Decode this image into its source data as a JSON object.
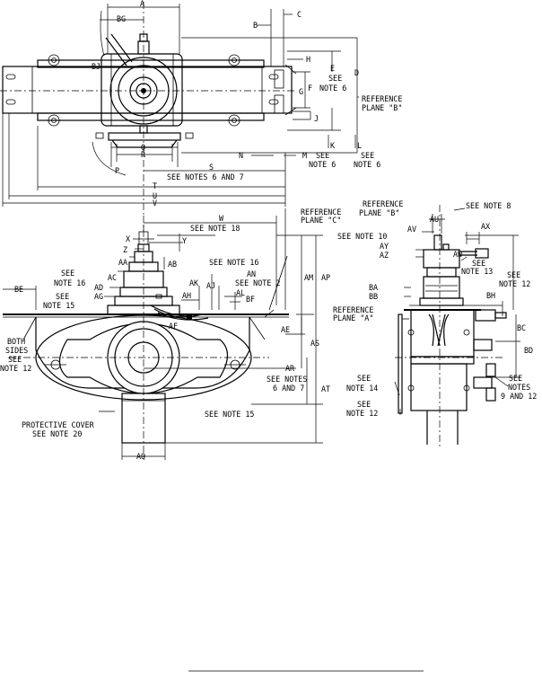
{
  "dims": {
    "A": "A",
    "BG": "BG",
    "B": "B",
    "C": "C",
    "BJ": "BJ",
    "D": "D",
    "E": "E",
    "F": "F",
    "G": "G",
    "H": "H",
    "J": "J",
    "K": "K",
    "L": "L",
    "M": "M",
    "N": "N",
    "P": "P",
    "Q": "Q",
    "R": "R",
    "S": "S",
    "T": "T",
    "U": "U",
    "V": "V",
    "W": "W",
    "X": "X",
    "Y": "Y",
    "Z": "Z",
    "AA": "AA",
    "AB": "AB",
    "AC": "AC",
    "AD": "AD",
    "AG": "AG",
    "AH": "AH",
    "AK": "AK",
    "AJ": "AJ",
    "AL": "AL",
    "BF": "BF",
    "AN": "AN",
    "AM": "AM",
    "AP": "AP",
    "AE": "AE",
    "AF": "AF",
    "AS": "AS",
    "AR": "AR",
    "AT": "AT",
    "AQ": "AQ",
    "BE": "BE",
    "AU": "AU",
    "AV": "AV",
    "AX": "AX",
    "AY": "AY",
    "AZ": "AZ",
    "AW": "AW",
    "BA": "BA",
    "BB": "BB",
    "BH": "BH",
    "BC": "BC",
    "BD": "BD"
  },
  "notes": {
    "see_note_6": "SEE",
    "see_note_6b": "NOTE 6",
    "ref_plane_b_1": "REFERENCE",
    "ref_plane_b_2": "PLANE \"B\"",
    "k_see": "SEE",
    "k_note": "NOTE 6",
    "l_see": "SEE",
    "l_note": "NOTE 6",
    "s_notes": "SEE NOTES 6 AND 7",
    "ref_plane_c_1": "REFERENCE",
    "ref_plane_c_2": "PLANE \"C\"",
    "w_note": "SEE NOTE 18",
    "see_note_16a": "SEE NOTE 16",
    "see_note_2": "SEE NOTE 2",
    "see_16_1": "SEE",
    "see_16_2": "NOTE 16",
    "see_15_1": "SEE",
    "see_15_2": "NOTE 15",
    "both_sides_1": "BOTH",
    "both_sides_2": "SIDES",
    "both_sides_3": "SEE",
    "both_sides_4": "NOTE 12",
    "ref_plane_a_1": "REFERENCE",
    "ref_plane_a_2": "PLANE \"A\"",
    "ar_notes_1": "SEE NOTES",
    "ar_notes_2": "6 AND 7",
    "see_note_15b": "SEE NOTE 15",
    "prot_cover_1": "PROTECTIVE COVER",
    "prot_cover_2": "SEE NOTE 20",
    "rpb_1": "REFERENCE",
    "rpb_2": "PLANE \"B\"",
    "see_note_8": "SEE NOTE 8",
    "see_note_10": "SEE NOTE 10",
    "see_13_1": "SEE",
    "see_13_2": "NOTE 13",
    "see_12_r1": "SEE",
    "see_12_r2": "NOTE 12",
    "see_14_1": "SEE",
    "see_14_2": "NOTE 14",
    "see_12b_1": "SEE",
    "see_12b_2": "NOTE 12",
    "see_912_1": "SEE",
    "see_912_2": "NOTES",
    "see_912_3": "9 AND 12"
  }
}
